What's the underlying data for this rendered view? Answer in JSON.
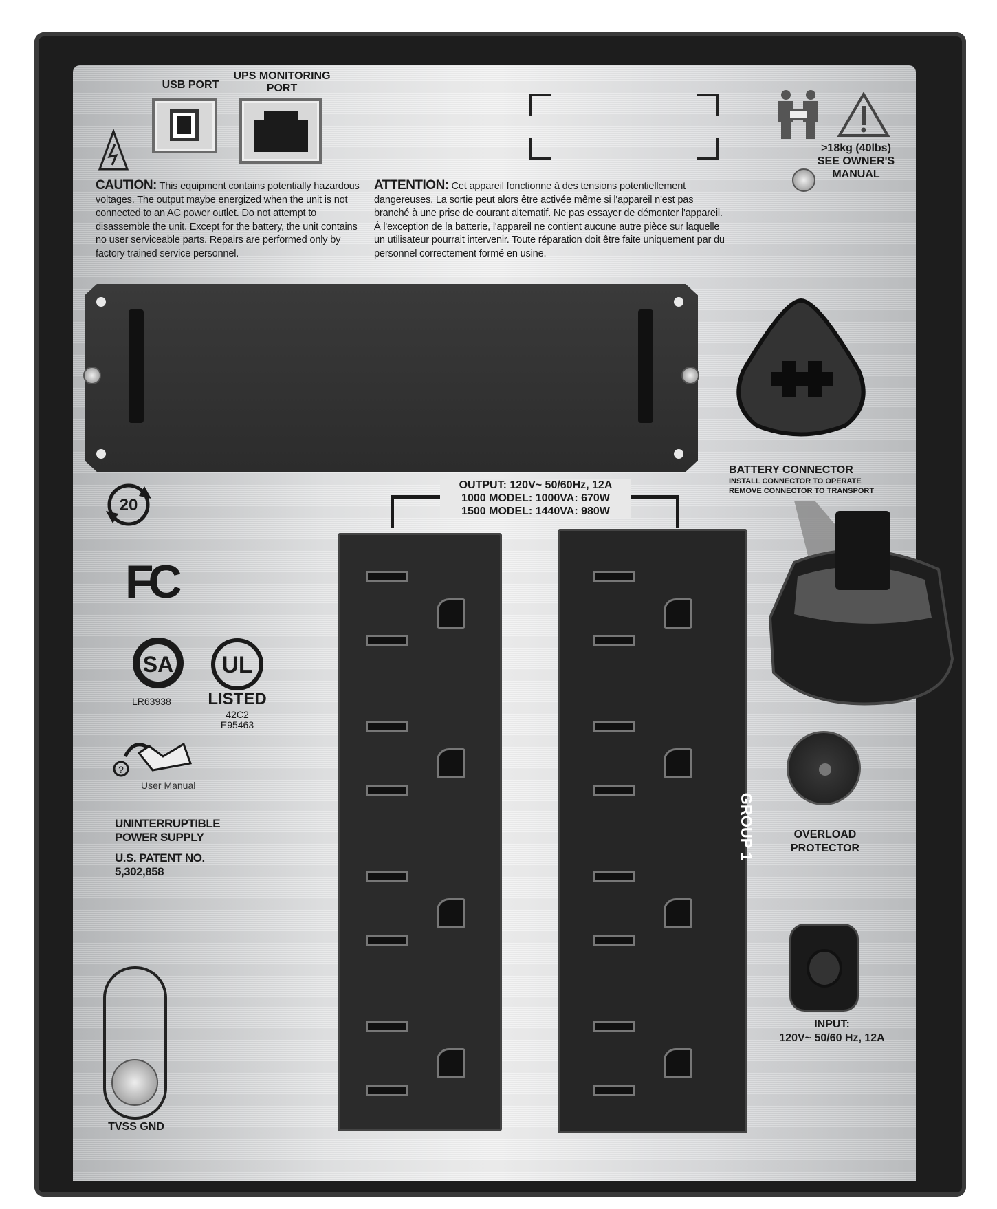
{
  "ports": {
    "usb_label": "USB PORT",
    "monitoring_label": "UPS MONITORING PORT"
  },
  "caution": {
    "heading": "CAUTION:",
    "text": "This equipment contains potentially hazardous voltages. The output maybe energized when the unit is not connected to an AC power outlet. Do not attempt to disassemble the unit. Except for the battery, the unit contains no user serviceable parts. Repairs are performed only by factory trained service personnel."
  },
  "attention": {
    "heading": "ATTENTION:",
    "text": "Cet appareil fonctionne à des tensions potentiellement dangereuses. La sortie peut alors être activée même si l'appareil n'est pas branché à une prise de courant altematif. Ne pas essayer de démonter l'appareil. À l'exception de la batterie, l'appareil ne contient aucune autre pièce sur laquelle un utilisateur pourrait intervenir. Toute réparation doit être faite uniquement par du personnel correctement formé en usine."
  },
  "weight": {
    "line1": ">18kg (40lbs)",
    "line2": "SEE OWNER'S",
    "line3": "MANUAL"
  },
  "battery": {
    "line1": "BATTERY CONNECTOR",
    "line2": "INSTALL CONNECTOR TO OPERATE",
    "line3": "REMOVE CONNECTOR TO TRANSPORT"
  },
  "output": {
    "line1": "OUTPUT: 120V~ 50/60Hz, 12A",
    "line2": "1000 MODEL: 1000VA: 670W",
    "line3": "1500 MODEL: 1440VA: 980W"
  },
  "group_label": "GROUP 1",
  "logos": {
    "rohs": "20",
    "fcc": "FC",
    "csa_number": "LR63938",
    "ul_listed": "LISTED",
    "ul_code1": "42C2",
    "ul_code2": "E95463",
    "user_manual": "User Manual"
  },
  "product": {
    "line1": "UNINTERRUPTIBLE",
    "line2": "POWER SUPPLY",
    "patent_label": "U.S. PATENT NO.",
    "patent_number": "5,302,858"
  },
  "tvss_label": "TVSS GND",
  "overload_label": {
    "line1": "OVERLOAD",
    "line2": "PROTECTOR"
  },
  "input_label": {
    "line1": "INPUT:",
    "line2": "120V~ 50/60 Hz, 12A"
  }
}
